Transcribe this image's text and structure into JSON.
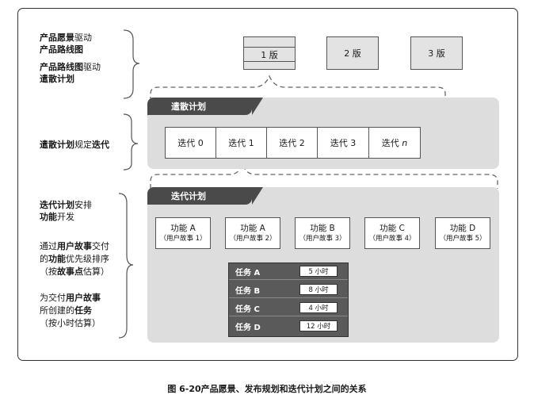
{
  "left_labels": {
    "l1a_bold": "产品愿景",
    "l1a_rest": "驱动",
    "l1b_bold": "产品路线图",
    "l2a_bold": "产品路线图",
    "l2a_rest": "驱动",
    "l2b_bold": "遣散计划",
    "l3_bold1": "遣散计划",
    "l3_rest": "规定",
    "l3_bold2": "迭代",
    "l4a_bold": "迭代计划",
    "l4a_rest": "安排",
    "l4b_bold": "功能",
    "l4b_rest": "开发",
    "l5a_pre": "通过",
    "l5a_bold": "用户故事",
    "l5a_rest": "交付",
    "l5b_pre": "的",
    "l5b_bold": "功能",
    "l5b_rest": "优先级排序",
    "l5c_pre": "（按",
    "l5c_bold": "故事点",
    "l5c_rest": "估算）",
    "l6a_pre": "为交付",
    "l6a_bold": "用户故事",
    "l6b_pre": "所创建的",
    "l6b_bold": "任务",
    "l6c": "（按小时估算）"
  },
  "releases": [
    "1 版",
    "2 版",
    "3 版"
  ],
  "release_panel": {
    "tab": "遣散计划",
    "iterations": [
      "迭代 0",
      "迭代 1",
      "迭代 2",
      "迭代 3"
    ],
    "last_prefix": "迭代 ",
    "last_n": "n"
  },
  "iteration_panel": {
    "tab": "迭代计划",
    "features": [
      {
        "title": "功能 A",
        "story": "（用户故事 1）"
      },
      {
        "title": "功能 A",
        "story": "（用户故事 2）"
      },
      {
        "title": "功能 B",
        "story": "（用户故事 3）"
      },
      {
        "title": "功能 C",
        "story": "（用户故事 4）"
      },
      {
        "title": "功能 D",
        "story": "（用户故事 5）"
      }
    ]
  },
  "tasks": [
    {
      "name": "任务 A",
      "hours": "5 小时"
    },
    {
      "name": "任务 B",
      "hours": "8 小时"
    },
    {
      "name": "任务 C",
      "hours": "4 小时"
    },
    {
      "name": "任务 D",
      "hours": "12 小时"
    }
  ],
  "caption": "图 6-20产品愿景、发布规划和迭代计划之间的关系",
  "colors": {
    "panel": "#dddddd",
    "tab": "#4a4a4a",
    "task_panel": "#5a5a5a",
    "arrow": "#777777"
  }
}
